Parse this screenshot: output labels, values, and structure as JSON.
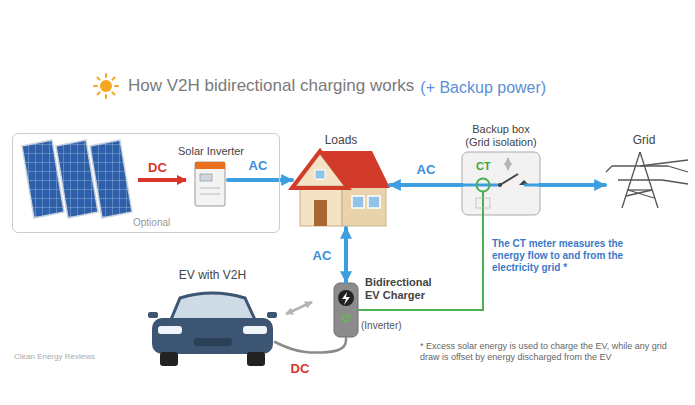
{
  "diagram": {
    "title": "How V2H bidirectional charging works",
    "nodes": [
      {
        "text": [
          "Optional"
        ]
      },
      {
        "text": [
          "Solar Inverter"
        ],
        "in": 0
      },
      {
        "text": [
          "Loads"
        ]
      },
      {
        "text": [
          "Backup box (Grid isolation)",
          "CT"
        ]
      },
      {
        "text": [
          "Grid"
        ]
      },
      {
        "text": [
          "EV with V2H"
        ]
      },
      {
        "text": [
          "Bidirectional EV Charger",
          "(Inverter)"
        ]
      }
    ],
    "edges": [
      {
        "from": 1,
        "to": 2,
        "label": "AC",
        "arrow": "to"
      },
      {
        "from": 3,
        "to": 2,
        "label": "AC",
        "arrow": "to"
      },
      {
        "from": 3,
        "to": 4,
        "arrow": "to"
      },
      {
        "from": 2,
        "to": 6,
        "label": "AC",
        "arrow": "both"
      },
      {
        "from": 6,
        "to": 5,
        "label": "DC",
        "arrow": "none"
      },
      {
        "from": 3,
        "to": 6,
        "arrow": "none"
      }
    ],
    "labels": [
      "(+ Backup power)",
      "DC",
      "The CT meter measures the energy flow to and from the electricity grid *",
      "* Excess solar energy is used to charge the EV, while any grid draw is offset by energy discharged from the EV",
      "Clean Energy Reviews"
    ]
  }
}
